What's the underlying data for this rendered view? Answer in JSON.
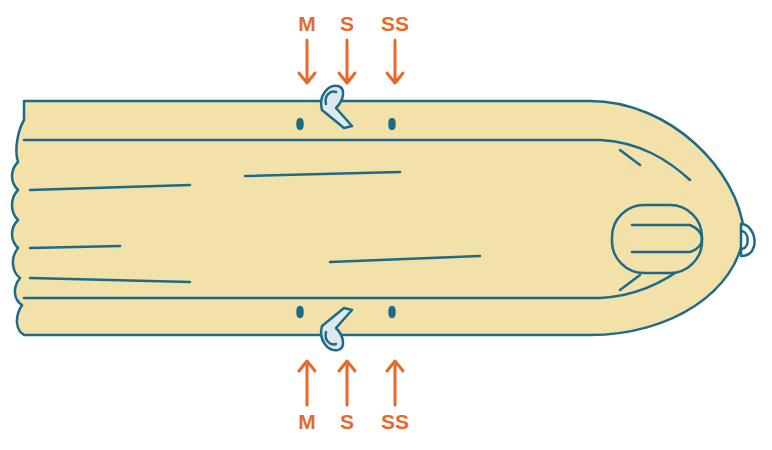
{
  "diagram": {
    "labels": [
      "M",
      "S",
      "SS",
      "M",
      "S",
      "SS"
    ]
  }
}
